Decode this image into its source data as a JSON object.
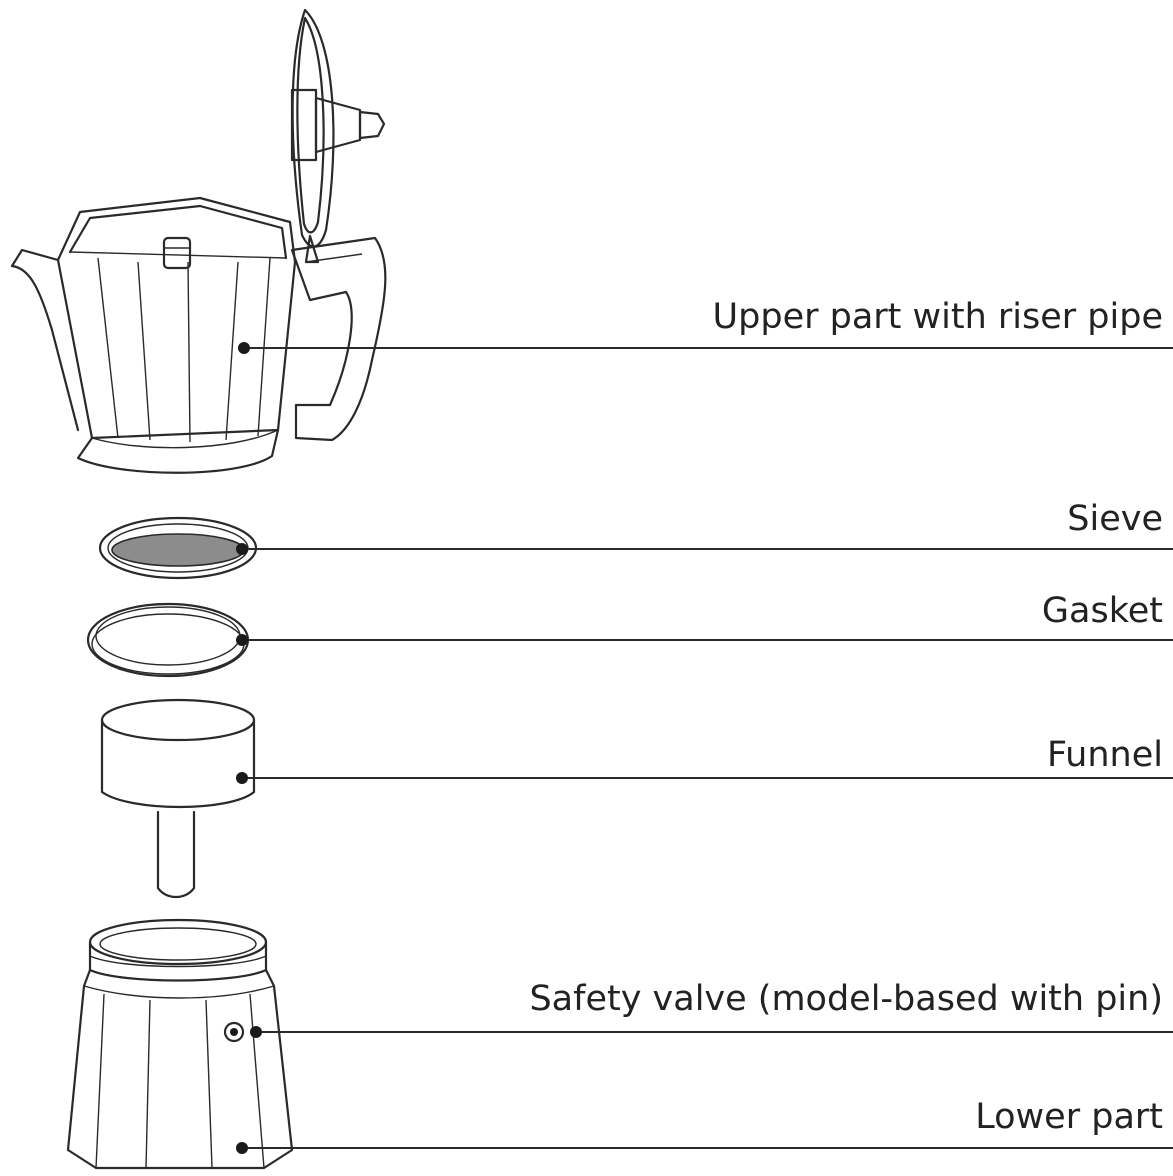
{
  "labels": {
    "upper_part": "Upper part with riser pipe",
    "sieve": "Sieve",
    "gasket": "Gasket",
    "funnel": "Funnel",
    "safety_valve": "Safety valve (model-based with pin)",
    "lower_part": "Lower part"
  },
  "colors": {
    "ink": "#2a2a2a",
    "background": "#ffffff"
  }
}
